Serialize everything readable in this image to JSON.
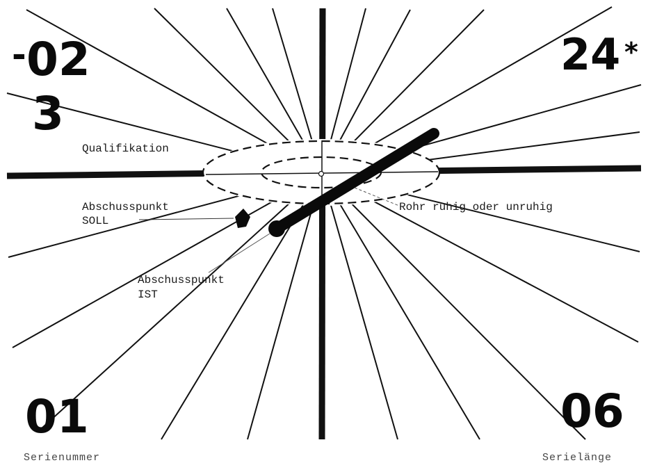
{
  "marks": {
    "top_left": "02",
    "top_left_prefix": "-",
    "top_left_sub": "3",
    "top_right": "24",
    "top_right_suffix": "*",
    "bottom_left": "01",
    "bottom_right": "06"
  },
  "labels": {
    "qualification": "Qualifikation",
    "target_point_line1": "Abschusspunkt",
    "target_point_line2": "SOLL",
    "actual_point_line1": "Abschusspunkt",
    "actual_point_line2": "IST",
    "barrel_state": "Rohr ruhig oder unruhig"
  },
  "footer": {
    "left": "Serienummer",
    "right": "Serielänge"
  },
  "colors": {
    "ink": "#111111",
    "background": "#ffffff"
  }
}
